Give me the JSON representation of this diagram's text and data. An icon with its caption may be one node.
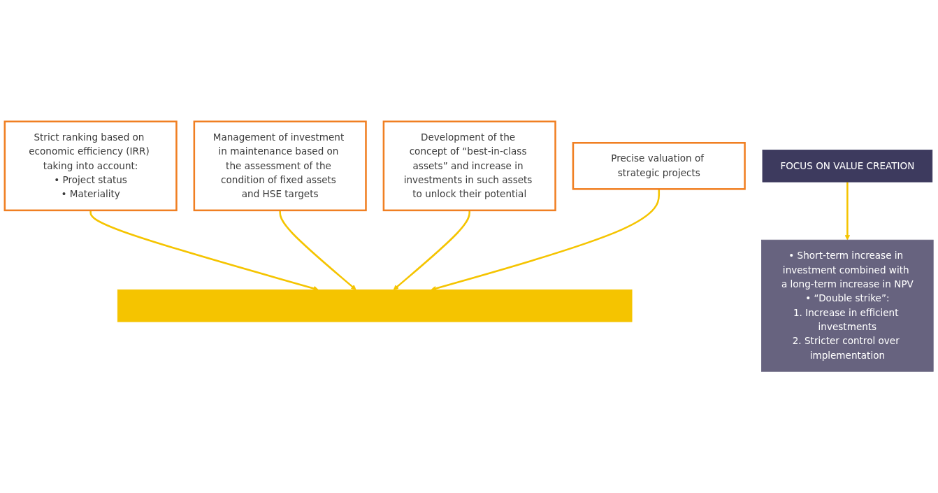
{
  "diagram": {
    "nodes": [
      {
        "text": [
          "Strict ranking based on economic efficiency (IRR) taking into account:",
          "• Project status",
          "• Materiality"
        ]
      },
      {
        "text": [
          "Management of investment in maintenance based on the assessment of the condition of fixed assets and HSE targets"
        ]
      },
      {
        "text": [
          "Development of the concept of “best-in-class assets” and increase in investments in such assets to unlock their potential"
        ]
      },
      {
        "text": [
          "Precise valuation of strategic projects"
        ]
      },
      {
        "text": [],
        "shape": "bar"
      },
      {
        "text": [
          "FOCUS ON VALUE CREATION"
        ]
      },
      {
        "text": [
          "• Short-term increase in investment combined with a long-term increase in NPV",
          "• “Double strike”:",
          "1. Increase in efficient investments",
          "2. Stricter control over implementation"
        ]
      }
    ],
    "edges": [
      {
        "from": 0,
        "to": 4,
        "arrow": "to"
      },
      {
        "from": 1,
        "to": 4,
        "arrow": "to"
      },
      {
        "from": 2,
        "to": 4,
        "arrow": "to"
      },
      {
        "from": 3,
        "to": 4,
        "arrow": "to"
      },
      {
        "from": 5,
        "to": 6,
        "arrow": "to"
      }
    ]
  }
}
